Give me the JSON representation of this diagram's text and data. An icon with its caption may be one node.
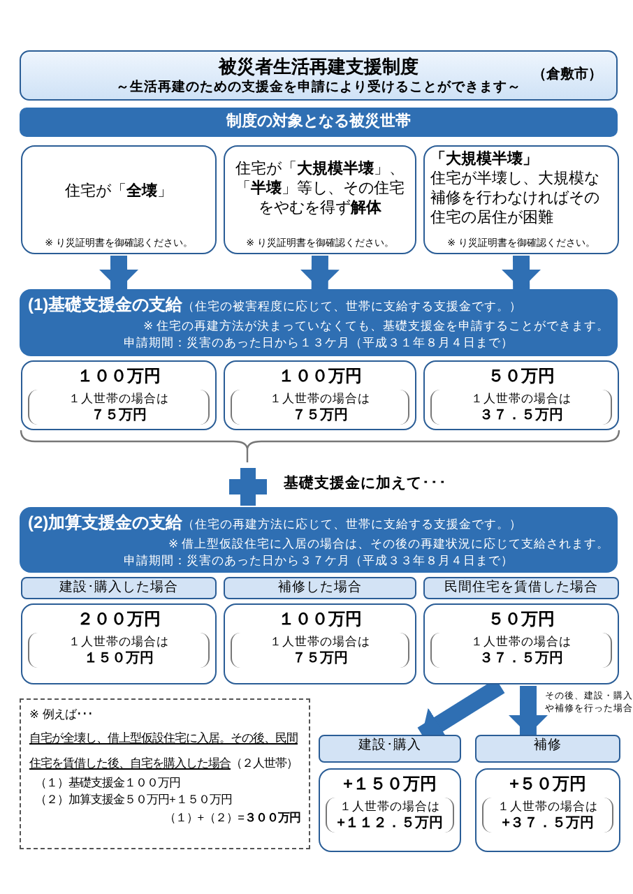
{
  "diagram": {
    "nodes": [
      {
        "text": [
          "被災者生活再建支援制度",
          "～生活再建のための支援金を申請により受けることができます～",
          "（倉敷市）"
        ]
      },
      {
        "text": [
          "制度の対象となる被災世帯"
        ]
      },
      {
        "text": [
          "住宅が「**全壊**」",
          "※ り災証明書を御確認ください。"
        ]
      },
      {
        "text": [
          "住宅が「**大規模半壊**」、「**半壊**」等し、その住宅をやむを得ず**解体**",
          "※ り災証明書を御確認ください。"
        ]
      },
      {
        "text": [
          "「大規模半壊」",
          "住宅が半壊し、大規模な補修を行わなければその住宅の居住が困難",
          "※ り災証明書を御確認ください。"
        ]
      },
      {
        "text": [
          "(1)基礎支援金の支給",
          "（住宅の被害程度に応じて、世帯に支給する支援金です。）",
          "※ 住宅の再建方法が決まっていなくても、基礎支援金を申請することができます。",
          "申請期間：災害のあった日から１３ケ月（平成３１年８月４日まで）"
        ]
      },
      {
        "text": [
          "１００万円",
          "１人世帯の場合は",
          "７５万円"
        ]
      },
      {
        "text": [
          "１００万円",
          "１人世帯の場合は",
          "７５万円"
        ]
      },
      {
        "text": [
          "５０万円",
          "１人世帯の場合は",
          "３７．５万円"
        ]
      },
      {
        "text": [
          "(2)加算支援金の支給",
          "（住宅の再建方法に応じて、世帯に支給する支援金です。）",
          "※ 借上型仮設住宅に入居の場合は、その後の再建状況に応じて支給されます。",
          "申請期間：災害のあった日から３７ケ月（平成３３年８月４日まで）"
        ]
      },
      {
        "text": [
          "建設･購入した場合"
        ]
      },
      {
        "text": [
          "２００万円",
          "１人世帯の場合は",
          "１５０万円"
        ]
      },
      {
        "text": [
          "補修した場合"
        ]
      },
      {
        "text": [
          "１００万円",
          "１人世帯の場合は",
          "７５万円"
        ]
      },
      {
        "text": [
          "民間住宅を賃借した場合"
        ]
      },
      {
        "text": [
          "５０万円",
          "１人世帯の場合は",
          "３７．５万円"
        ]
      },
      {
        "text": [
          "※ 例えば･･･",
          "自宅が全壊し、借上型仮設住宅に入居。その後、民間住宅を賃借した後、自宅を購入した場合",
          "（２人世帯）",
          "（１）基礎支援金１００万円",
          "（２）加算支援金５０万円+１５０万円",
          "（１）+（２）=**３００万円**"
        ]
      },
      {
        "text": [
          "建設･購入"
        ]
      },
      {
        "text": [
          "+１５０万円",
          "１人世帯の場合は",
          "+１１２．５万円"
        ]
      },
      {
        "text": [
          "補修"
        ]
      },
      {
        "text": [
          "+５０万円",
          "１人世帯の場合は",
          "+３７．５万円"
        ]
      }
    ],
    "edges": [
      {
        "from": 2,
        "to": 5,
        "arrow": "to"
      },
      {
        "from": 3,
        "to": 5,
        "arrow": "to"
      },
      {
        "from": 4,
        "to": 5,
        "arrow": "to"
      },
      {
        "from": 15,
        "to": 17,
        "arrow": "to"
      },
      {
        "from": 15,
        "to": 19,
        "arrow": "to",
        "label": "その後、建設・購入や補修を行った場合"
      }
    ],
    "labels": [
      "基礎支援金に加えて･･･"
    ]
  }
}
